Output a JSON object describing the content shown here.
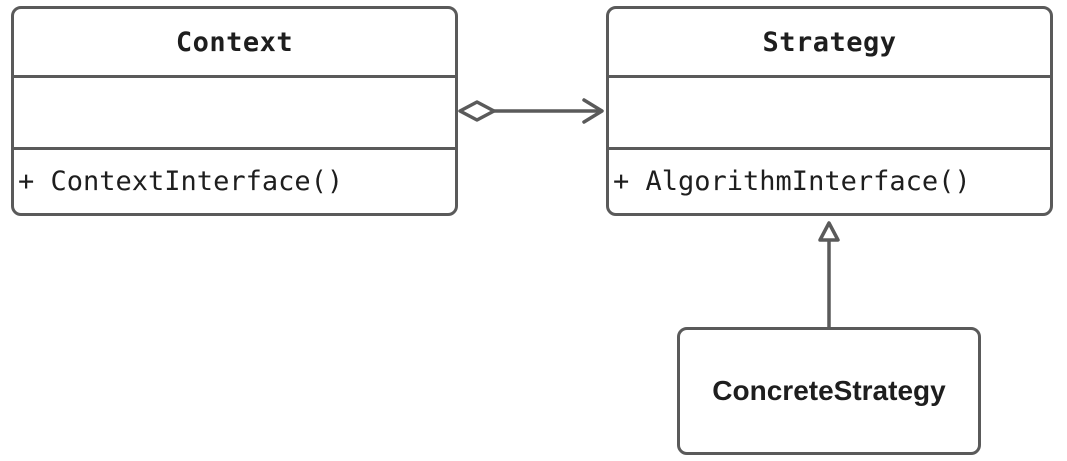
{
  "diagram": {
    "classes": {
      "context": {
        "name": "Context",
        "operation": "+ ContextInterface()"
      },
      "strategy": {
        "name": "Strategy",
        "operation": "+ AlgorithmInterface()"
      },
      "concrete_strategy": {
        "name": "ConcreteStrategy"
      }
    },
    "relations": [
      {
        "type": "aggregation",
        "from": "Context",
        "to": "Strategy"
      },
      {
        "type": "generalization",
        "from": "ConcreteStrategy",
        "to": "Strategy"
      }
    ],
    "colors": {
      "stroke": "#5a5a5a",
      "text": "#1e1e1e",
      "background": "#ffffff"
    }
  }
}
